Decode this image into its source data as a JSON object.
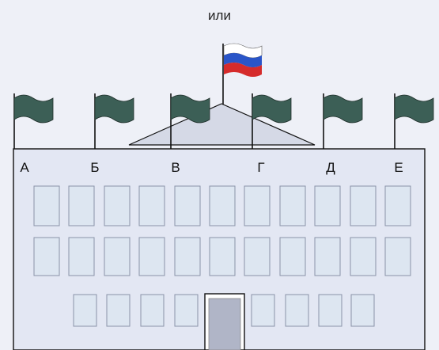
{
  "caption": "или",
  "labels": [
    "А",
    "Б",
    "В",
    "Г",
    "Д",
    "Е"
  ],
  "colors": {
    "background": "#eef0f7",
    "building_fill": "#e3e7f3",
    "window_fill": "#dde6f1",
    "door_fill": "#b0b5c7",
    "flag_green": "#3c5f56",
    "outline": "#111111",
    "russian_flag": [
      "#ffffff",
      "#2a55c8",
      "#d52b2b"
    ]
  },
  "icons": [
    "green-flag-icon",
    "russian-flag-icon"
  ]
}
